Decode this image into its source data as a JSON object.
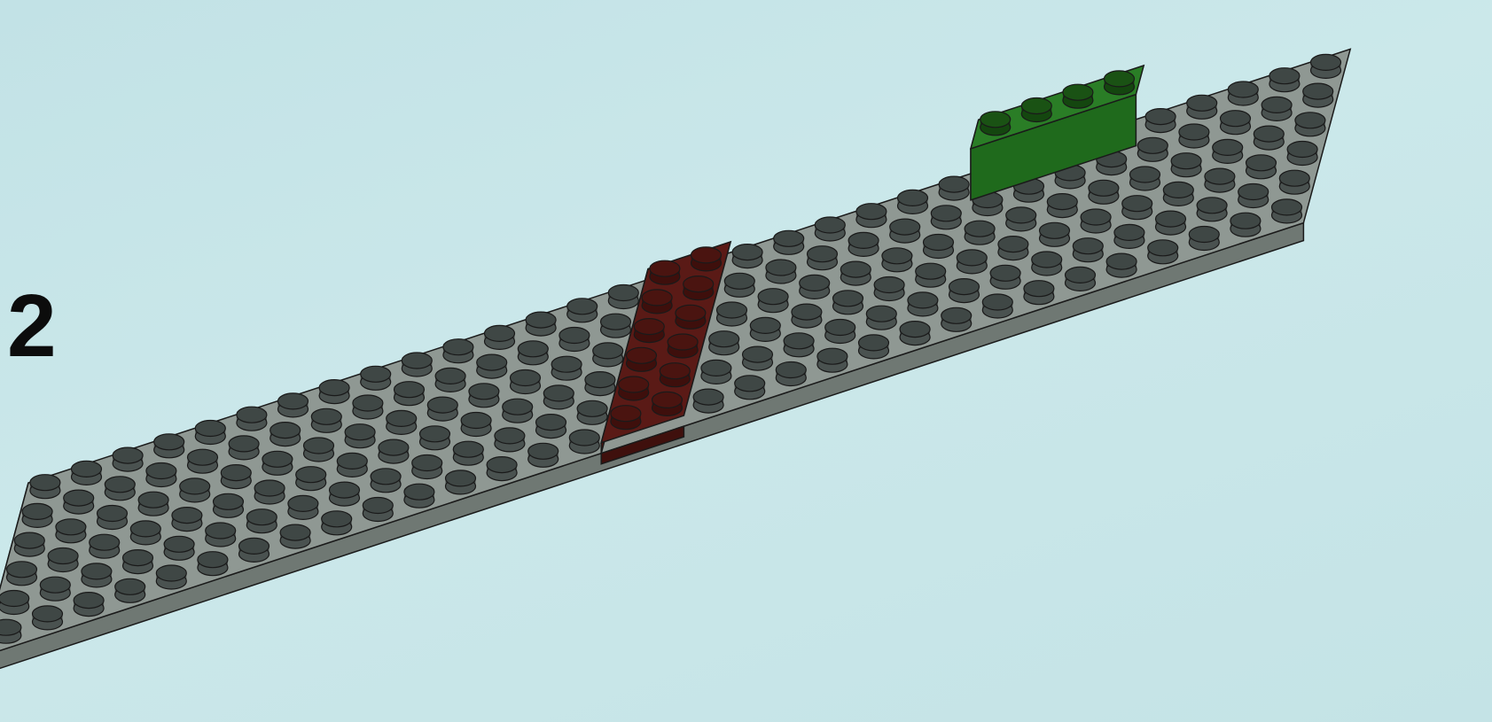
{
  "step": {
    "number": "2"
  },
  "colors": {
    "background": "#c6e4e7",
    "baseplate_top": "#8f9893",
    "baseplate_side": "#6f7873",
    "baseplate_stud": "#4a5250",
    "red_plate": "#5a1a16",
    "red_stud": "#3e0f0c",
    "green_brick": "#1f6a1c",
    "green_stud": "#14460f",
    "outline": "#1a1a1a"
  },
  "parts": [
    {
      "id": "baseplate",
      "color": "gray",
      "grid": [
        32,
        6
      ]
    },
    {
      "id": "plate",
      "color": "dark-red",
      "grid": [
        2,
        6
      ]
    },
    {
      "id": "brick",
      "color": "green",
      "grid": [
        1,
        4
      ]
    }
  ]
}
